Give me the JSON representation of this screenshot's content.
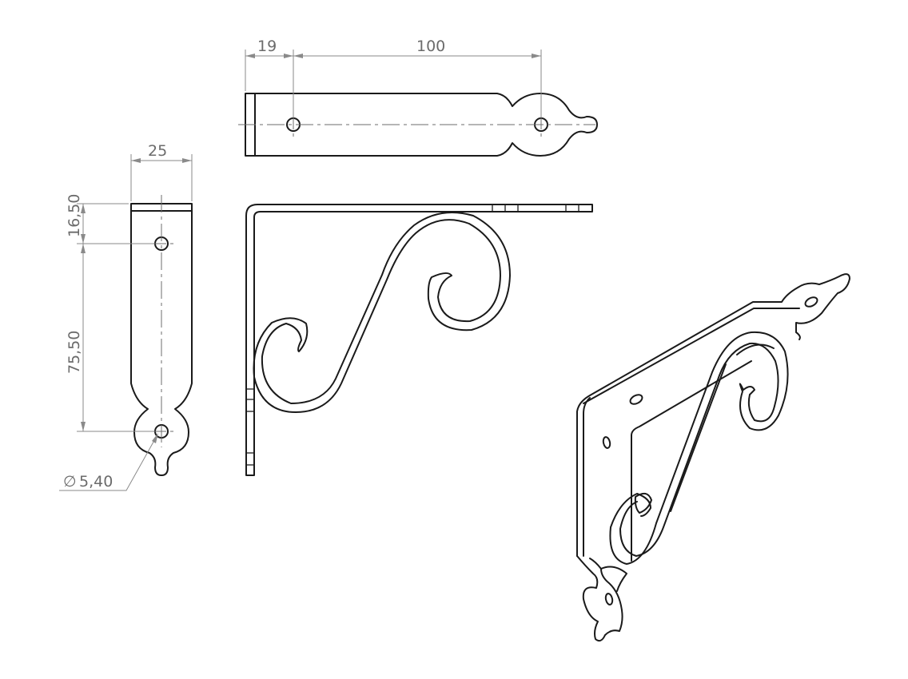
{
  "dimensions": {
    "top_offset": "19",
    "top_span": "100",
    "side_width": "25",
    "side_top": "16,50",
    "side_span": "75,50",
    "hole_diameter": "5,40"
  },
  "symbols": {
    "diameter": "∅"
  },
  "colors": {
    "line": "#1a1a1a",
    "dimension": "#8a8a8a",
    "background": "#ffffff"
  }
}
